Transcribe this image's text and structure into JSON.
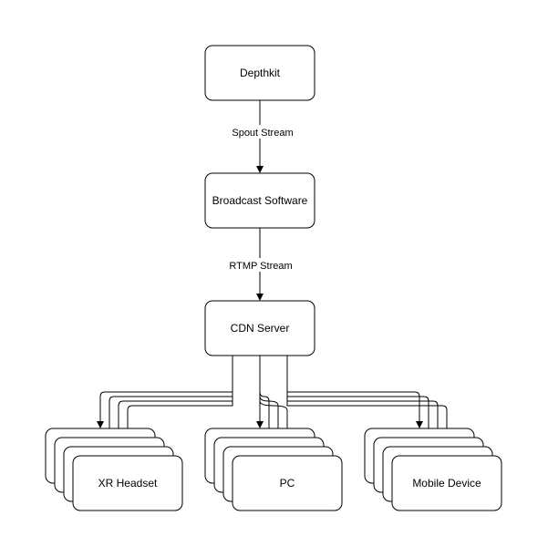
{
  "nodes": {
    "depthkit": "Depthkit",
    "broadcast": "Broadcast Software",
    "cdn": "CDN Server",
    "xr": "XR Headset",
    "pc": "PC",
    "mobile": "Mobile Device"
  },
  "edges": {
    "spout": "Spout Stream",
    "rtmp": "RTMP Stream"
  },
  "colors": {
    "stroke": "#000000",
    "fill": "#ffffff"
  }
}
